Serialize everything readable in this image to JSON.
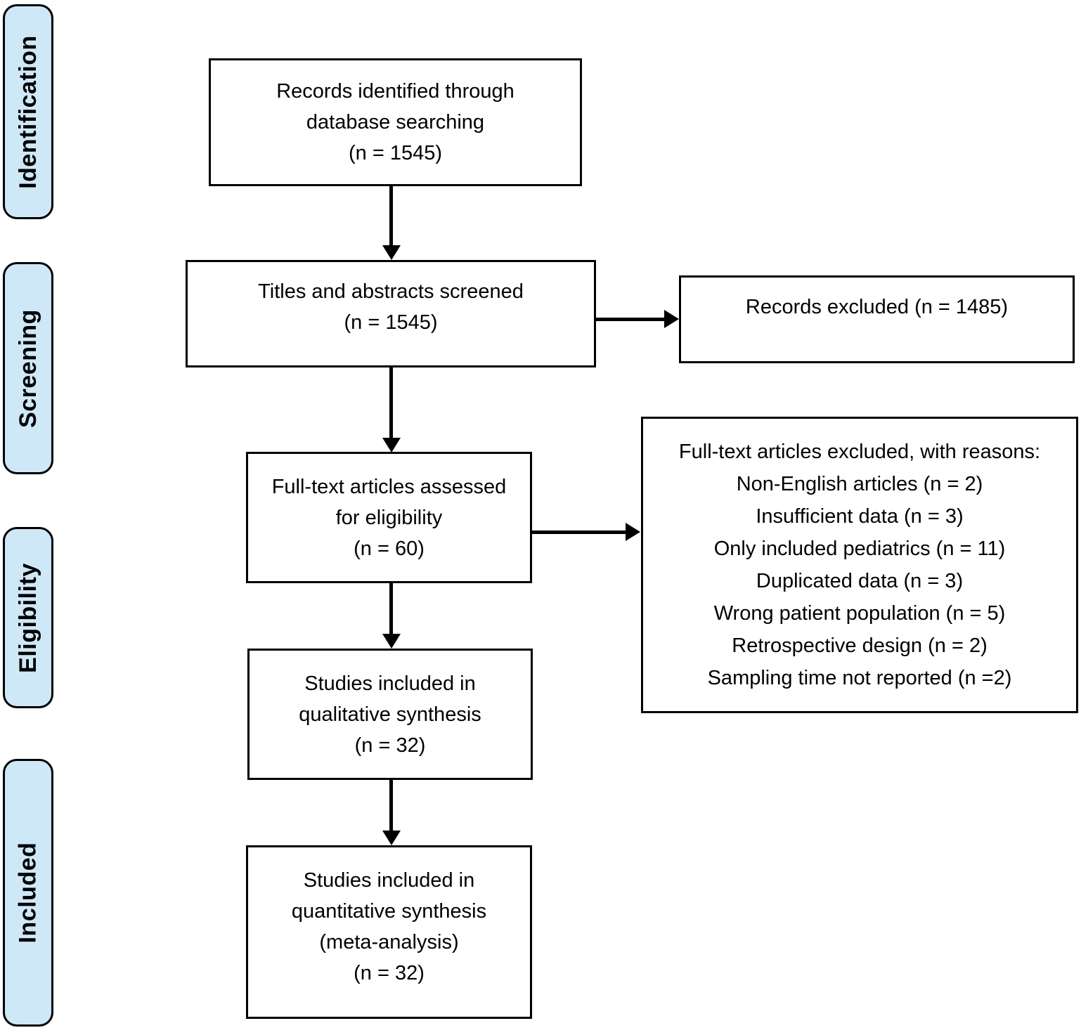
{
  "sidebar": {
    "stages": [
      {
        "label": "Identification"
      },
      {
        "label": "Screening"
      },
      {
        "label": "Eligibility"
      },
      {
        "label": "Included"
      }
    ]
  },
  "boxes": {
    "records_identified": {
      "lines": [
        "Records identified through",
        "database searching",
        "(n = 1545)"
      ]
    },
    "titles_screened": {
      "lines": [
        "Titles and abstracts screened",
        "(n = 1545)"
      ]
    },
    "records_excluded": {
      "lines": [
        "Records excluded (n = 1485)"
      ]
    },
    "fulltext_assessed": {
      "lines": [
        "Full-text articles assessed",
        "for eligibility",
        "(n = 60)"
      ]
    },
    "fulltext_excluded": {
      "lines": [
        "Full-text articles excluded, with reasons:",
        "Non-English articles (n = 2)",
        "Insufficient data (n = 3)",
        "Only included pediatrics (n = 11)",
        "Duplicated data (n = 3)",
        "Wrong patient population (n = 5)",
        "Retrospective design (n = 2)",
        "Sampling time not reported (n =2)"
      ]
    },
    "qualitative_synthesis": {
      "lines": [
        "Studies included in",
        "qualitative synthesis",
        "(n = 32)"
      ]
    },
    "quantitative_synthesis": {
      "lines": [
        "Studies included in",
        "quantitative synthesis",
        "(meta-analysis)",
        "(n = 32)"
      ]
    }
  },
  "colors": {
    "stage_fill": "#cfe8f8",
    "border": "#000000",
    "background": "#ffffff",
    "text": "#000000"
  }
}
